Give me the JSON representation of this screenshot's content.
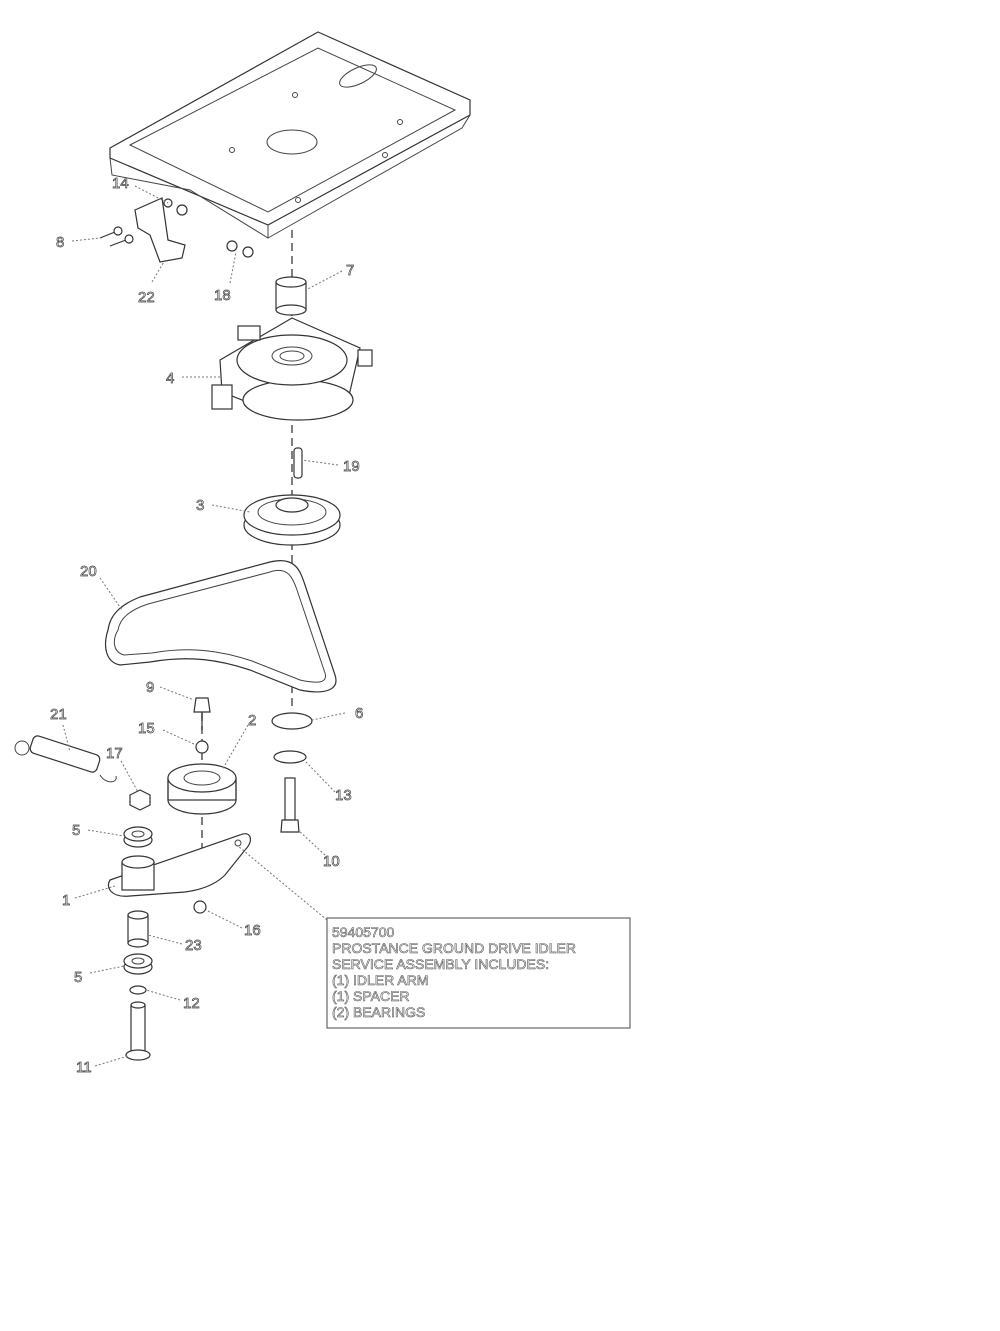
{
  "callouts": {
    "c1": "1",
    "c2": "2",
    "c3": "3",
    "c4": "4",
    "c5a": "5",
    "c5b": "5",
    "c6": "6",
    "c7": "7",
    "c8": "8",
    "c9": "9",
    "c10": "10",
    "c11": "11",
    "c12": "12",
    "c13": "13",
    "c14": "14",
    "c15": "15",
    "c16": "16",
    "c17": "17",
    "c18": "18",
    "c19": "19",
    "c20": "20",
    "c21": "21",
    "c22": "22",
    "c23": "23"
  },
  "note": {
    "part_number": "59405700",
    "lines": [
      "PROSTANCE GROUND DRIVE IDLER",
      "SERVICE ASSEMBLY INCLUDES:",
      "(1) IDLER ARM",
      "(1) SPACER",
      "(2) BEARINGS"
    ]
  }
}
